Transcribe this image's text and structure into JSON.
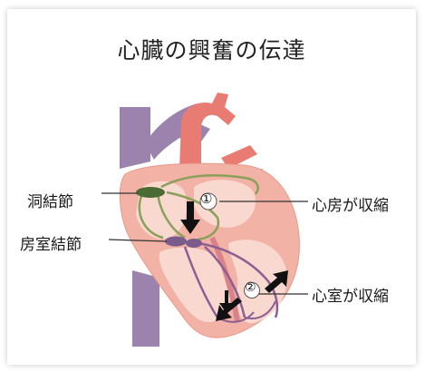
{
  "title": "心臓の興奮の伝達",
  "labels": {
    "sa_node": "洞結節",
    "av_node": "房室結節",
    "atria_contract": "心房が収縮",
    "ventricles_contract": "心室が収縮"
  },
  "steps": {
    "one": "①",
    "two": "②"
  },
  "colors": {
    "background": "#ffffff",
    "heart_muscle": "#f2b3a6",
    "heart_chamber": "#f9d9cf",
    "aorta": "#e87c72",
    "vein": "#9b83ad",
    "conduction_path": "#8aa05a",
    "sa_node": "#4a6b32",
    "arrow": "#111111"
  }
}
